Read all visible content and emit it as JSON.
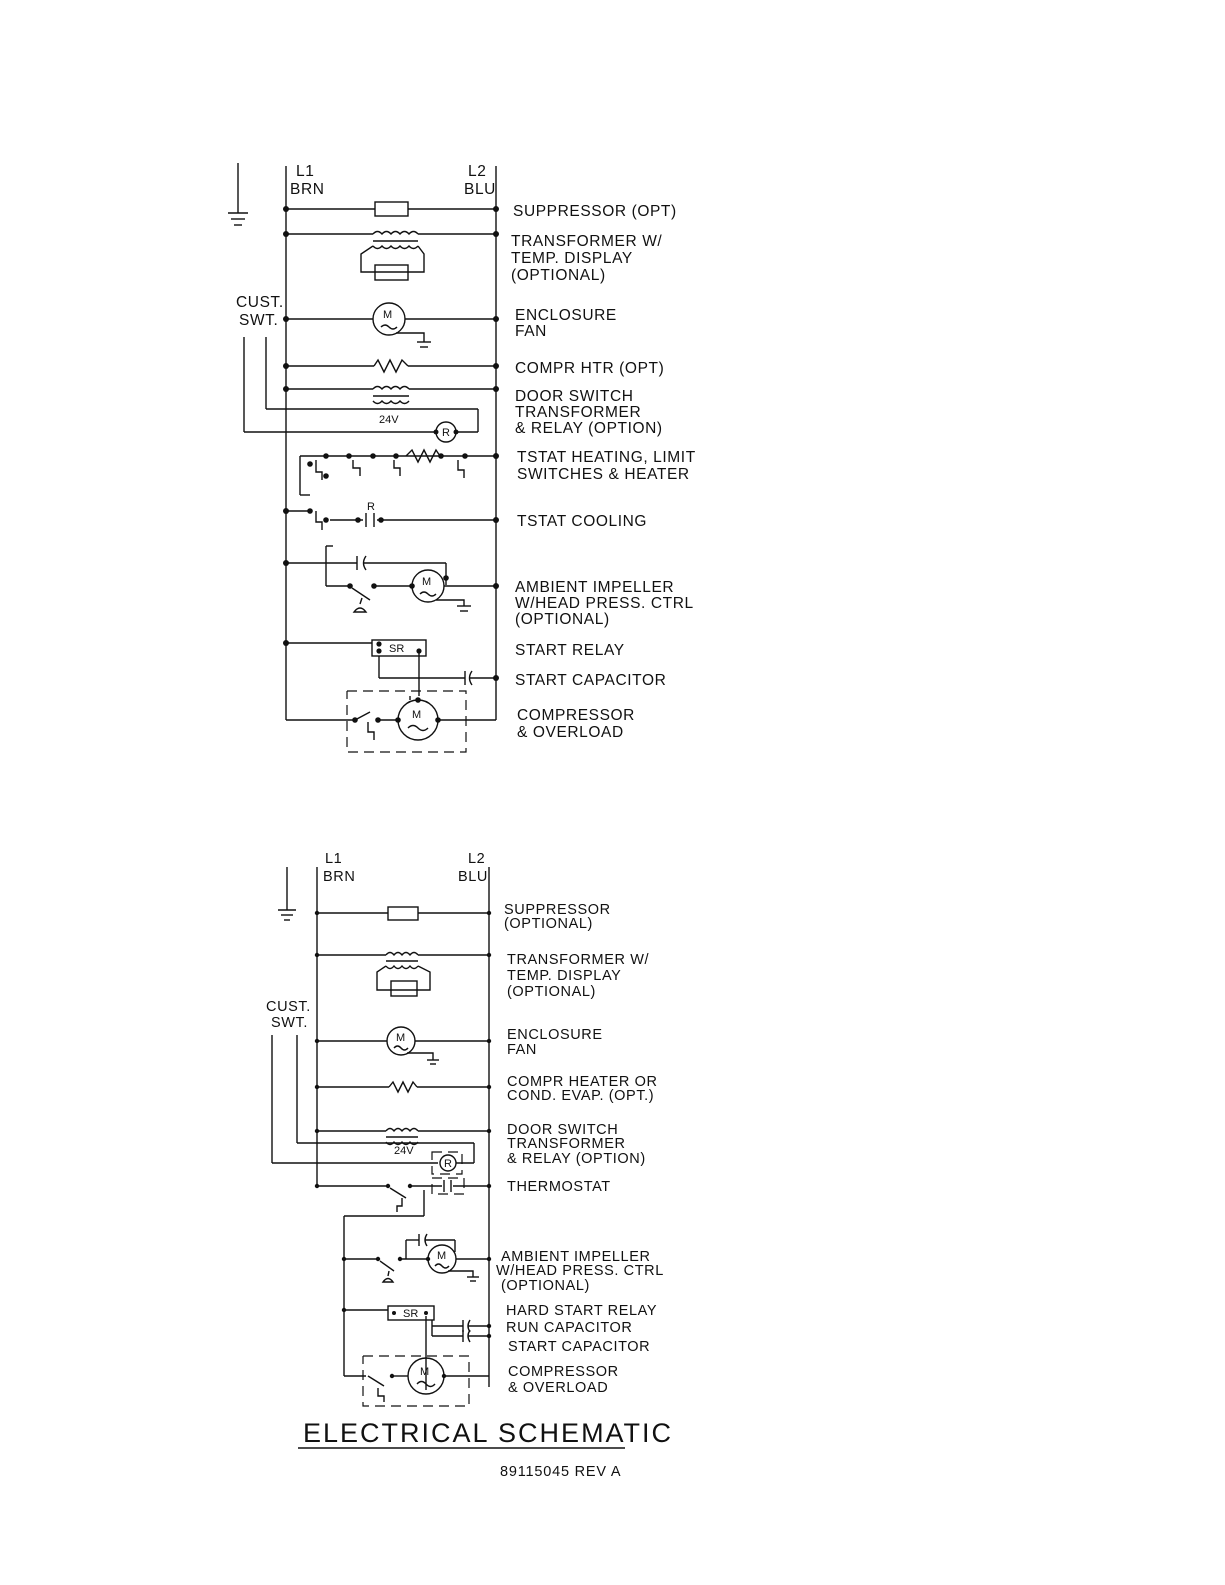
{
  "schematic_top": {
    "l1": "L1",
    "l1_color": "BRN",
    "l2": "L2",
    "l2_color": "BLU",
    "cust_switch": [
      "CUST.",
      "SWT."
    ],
    "labels": {
      "suppressor": [
        "SUPPRESSOR (OPT)"
      ],
      "transformer": [
        "TRANSFORMER W/",
        "TEMP. DISPLAY",
        "(OPTIONAL)"
      ],
      "enclosure_fan": [
        "ENCLOSURE",
        "FAN"
      ],
      "compr_htr": [
        "COMPR HTR (OPT)"
      ],
      "door_switch": [
        "DOOR SWITCH",
        "TRANSFORMER",
        "& RELAY (OPTION)"
      ],
      "tstat_heating": [
        "TSTAT HEATING, LIMIT",
        "SWITCHES & HEATER"
      ],
      "tstat_cooling": [
        "TSTAT COOLING"
      ],
      "ambient_impeller": [
        "AMBIENT IMPELLER",
        "W/HEAD PRESS. CTRL",
        "(OPTIONAL)"
      ],
      "start_relay": [
        "START RELAY"
      ],
      "start_capacitor": [
        "START CAPACITOR"
      ],
      "compressor": [
        "COMPRESSOR",
        "& OVERLOAD"
      ]
    },
    "voltage": "24V",
    "relay": "R",
    "motor": "M",
    "start_relay_tag": "SR"
  },
  "schematic_bottom": {
    "l1": "L1",
    "l1_color": "BRN",
    "l2": "L2",
    "l2_color": "BLU",
    "cust_switch": [
      "CUST.",
      "SWT."
    ],
    "labels": {
      "suppressor": [
        "SUPPRESSOR",
        "(OPTIONAL)"
      ],
      "transformer": [
        "TRANSFORMER W/",
        "TEMP. DISPLAY",
        "(OPTIONAL)"
      ],
      "enclosure_fan": [
        "ENCLOSURE",
        "FAN"
      ],
      "compr_heater": [
        "COMPR HEATER OR",
        "COND. EVAP. (OPT.)"
      ],
      "door_switch": [
        "DOOR SWITCH",
        "TRANSFORMER",
        "& RELAY (OPTION)"
      ],
      "thermostat": [
        "THERMOSTAT"
      ],
      "ambient_impeller": [
        "AMBIENT IMPELLER",
        "W/HEAD PRESS. CTRL",
        "(OPTIONAL)"
      ],
      "hard_start_relay": [
        "HARD START RELAY"
      ],
      "run_capacitor": [
        "RUN CAPACITOR"
      ],
      "start_capacitor": [
        "START CAPACITOR"
      ],
      "compressor": [
        "COMPRESSOR",
        "& OVERLOAD"
      ]
    },
    "voltage": "24V",
    "relay": "R",
    "motor": "M",
    "start_relay_tag": "SR"
  },
  "title": "ELECTRICAL SCHEMATIC",
  "doc_number": "89115045 REV A"
}
